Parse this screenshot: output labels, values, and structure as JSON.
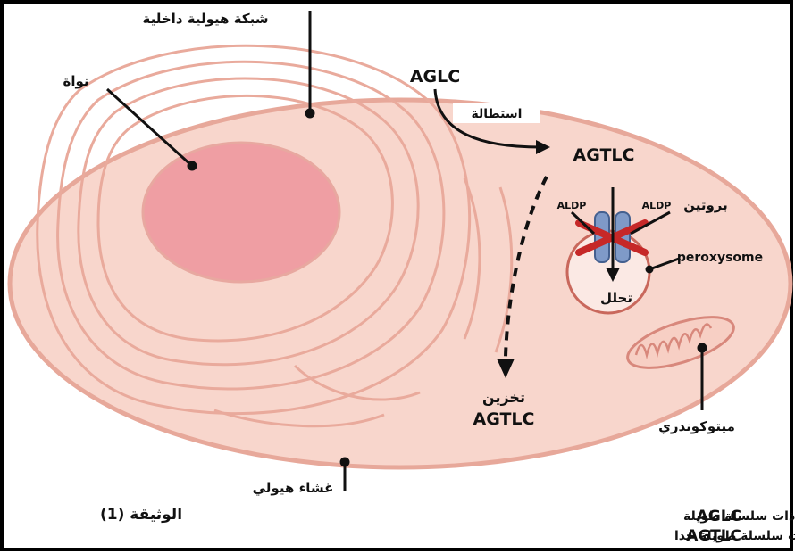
{
  "labels": {
    "er": "شبكة هيولية داخلية",
    "nucleus": "نواة",
    "cell_membrane": "غشاء هيولي",
    "mitochondrion": "ميتوكوندري",
    "peroxysome": "peroxysome",
    "protein": "بروتين",
    "aldp_left": "ALDP",
    "aldp_right": "ALDP",
    "degradation": "تحلل",
    "storage": "تخزين",
    "aglc": "AGLC",
    "agtlc": "AGTLC",
    "agtlc_storage": "AGTLC",
    "elongation": "استطالة"
  },
  "title": "الوثيقة (1)",
  "legend": {
    "aglc_term": "AGLC",
    "aglc_def": ": أحماض دهنية ذات سلسلة طويلة",
    "agtlc_term": "AGTLC",
    "agtlc_def": ": أحماض دهنية ذات سلسلة طويلة جدا"
  },
  "colors": {
    "cytoplasm": "#f8d6cc",
    "membrane": "#e7a89a",
    "nucleus": "#ef9ea3",
    "frame": "#000000",
    "aldp_channel": "#7f9ac8",
    "cross": "#c62828"
  }
}
